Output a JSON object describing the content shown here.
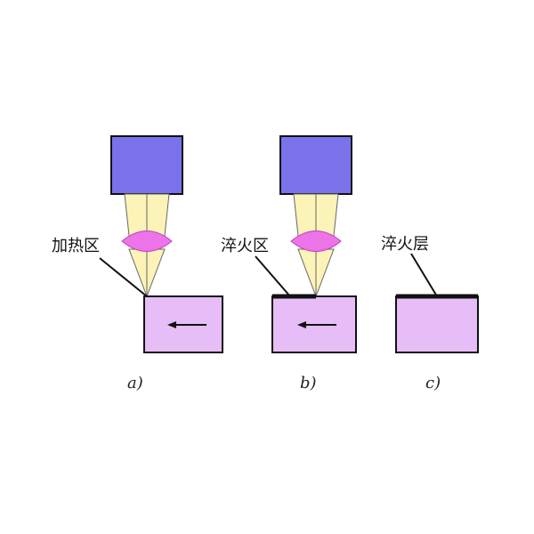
{
  "panels": [
    {
      "caption": "a)",
      "label": "加热区"
    },
    {
      "caption": "b)",
      "label": "淬火区"
    },
    {
      "caption": "c)",
      "label": "淬火层"
    }
  ],
  "colors": {
    "laser_head": "#7a72ea",
    "beam": "#fbf3b8",
    "lens": "#ec74e8",
    "workpiece": "#e6bdf6",
    "outline": "#111111"
  },
  "icons": {
    "direction_arrow": "arrow-left-icon"
  }
}
